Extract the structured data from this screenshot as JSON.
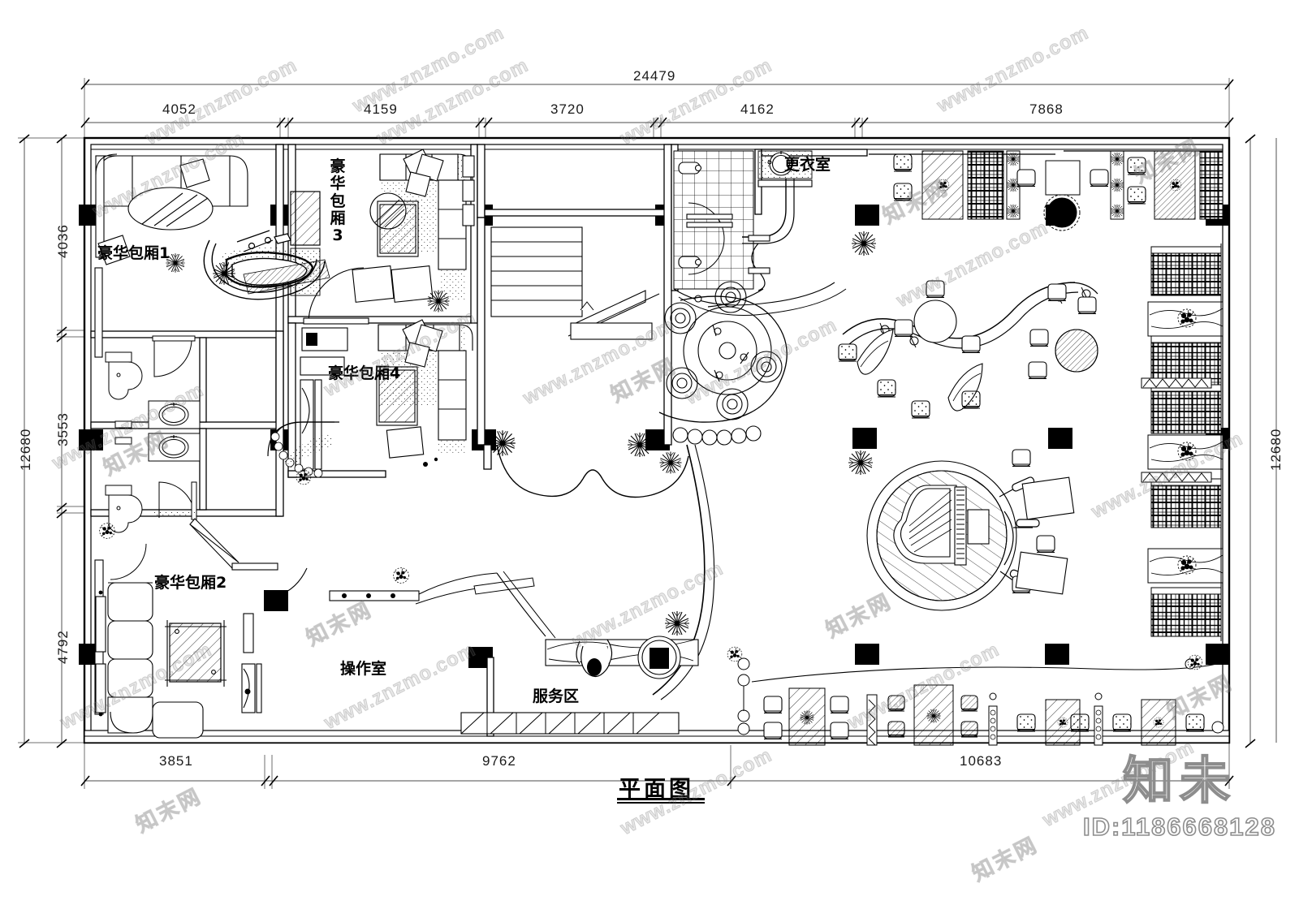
{
  "drawing": {
    "title": "平面图",
    "type": "architectural-floor-plan",
    "units": "mm"
  },
  "dimensions": {
    "top_overall": "24479",
    "top_segments": [
      "4052",
      "4159",
      "3720",
      "4162",
      "7868"
    ],
    "left_overall": "12680",
    "left_segments": [
      "4036",
      "3553",
      "4792"
    ],
    "right_overall": "12680",
    "bottom_segments": [
      "3851",
      "9762",
      "10683"
    ]
  },
  "rooms": [
    {
      "id": "vip1",
      "label": "豪华包厢1"
    },
    {
      "id": "vip2",
      "label": "豪华包厢2"
    },
    {
      "id": "vip3",
      "label": "豪华包厢3"
    },
    {
      "id": "vip4",
      "label": "豪华包厢4"
    },
    {
      "id": "changing",
      "label": "更衣室"
    },
    {
      "id": "operation",
      "label": "操作室"
    },
    {
      "id": "service",
      "label": "服务区"
    }
  ],
  "watermark": {
    "brand": "知未",
    "id_text": "ID:1186668128",
    "tile_en": "www.znzmo.com",
    "tile_cn": "知末网"
  },
  "colors": {
    "line": "#000000",
    "background": "#ffffff",
    "dimension_line": "#6f6f6f",
    "watermark": "#8d8d8d"
  }
}
